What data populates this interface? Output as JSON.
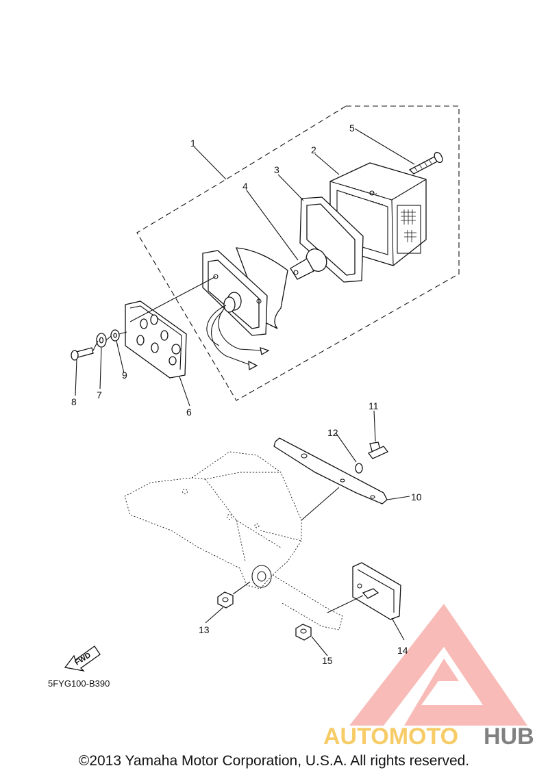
{
  "diagram_code": "5FYG100-B390",
  "fwd_label": "FWD",
  "callouts": {
    "c1": "1",
    "c2": "2",
    "c3": "3",
    "c4": "4",
    "c5": "5",
    "c6": "6",
    "c7": "7",
    "c8": "8",
    "c9": "9",
    "c10": "10",
    "c11": "11",
    "c12": "12",
    "c13": "13",
    "c14": "14",
    "c15": "15"
  },
  "watermark": {
    "part1": "AUTOMOTO",
    "part2": "HUB",
    "color_light": "#f6a623",
    "color_dark": "#555555",
    "logo_color": "#f28b82"
  },
  "copyright": "©2013 Yamaha Motor Corporation, U.S.A. All rights reserved."
}
